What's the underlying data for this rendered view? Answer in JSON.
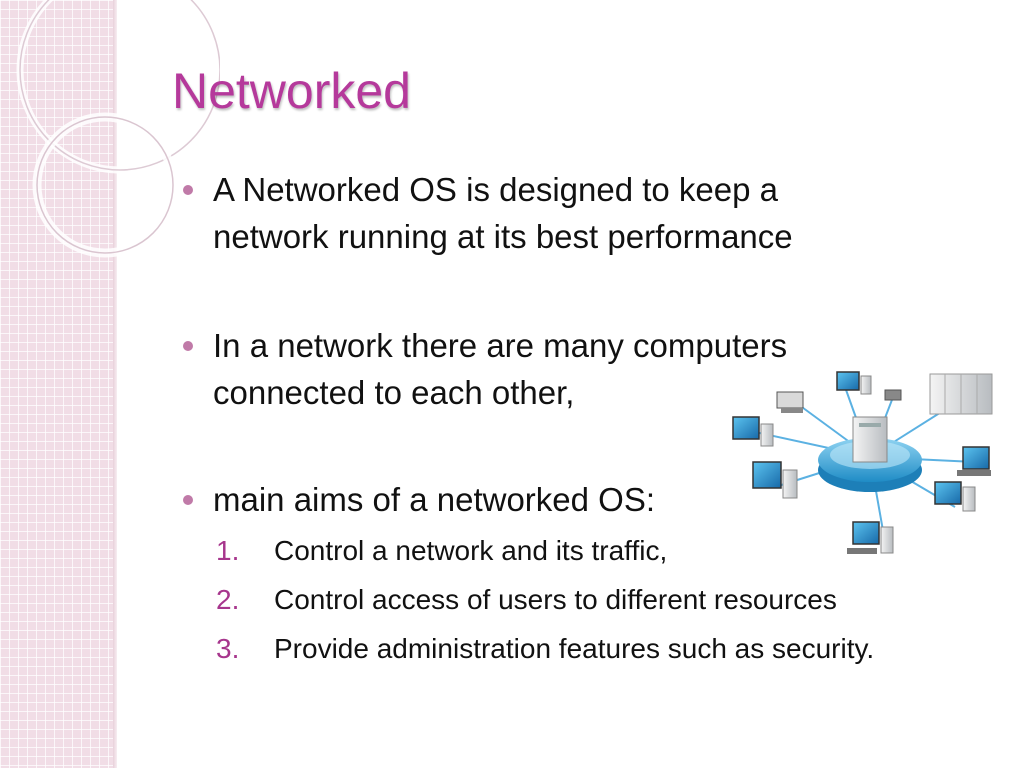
{
  "slide": {
    "title": "Networked",
    "bullets": [
      {
        "lines": [
          "A Networked OS is designed to keep a",
          "network running at its best performance"
        ]
      },
      {
        "lines": [
          "In a network there are many computers",
          "connected to each other,"
        ]
      },
      {
        "lines": [
          "main aims of a networked OS:"
        ]
      }
    ],
    "sub_items": [
      {
        "number": "1.",
        "text": "Control a network and its traffic,"
      },
      {
        "number": "2.",
        "text": "Control access of users to different resources"
      },
      {
        "number": "3.",
        "text": "Provide administration features such as security."
      }
    ]
  },
  "colors": {
    "title": "#b5399b",
    "bullet_dot": "#c07aa8",
    "sub_number": "#a7368d",
    "side_band": "#f1dde6",
    "hub": "#3aa7db"
  },
  "icons": [
    "bullet-dot-icon",
    "network-diagram-icon"
  ]
}
